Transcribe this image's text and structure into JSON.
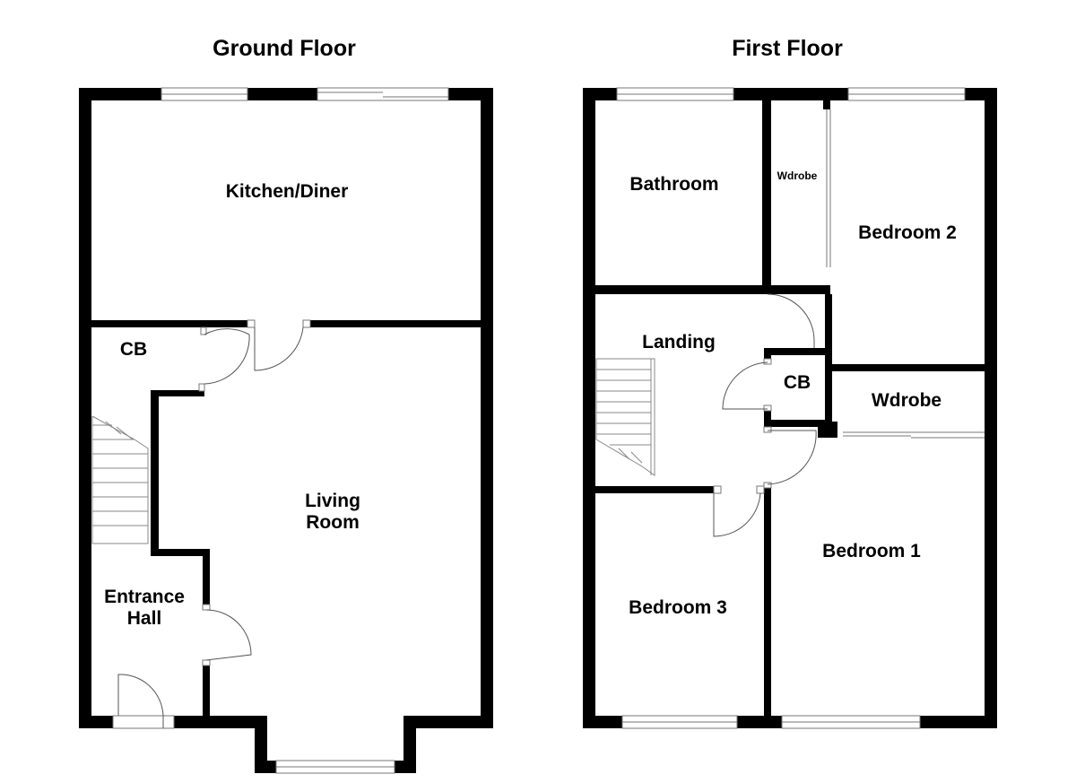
{
  "floors": [
    {
      "title": "Ground Floor",
      "rooms": {
        "kitchen": "Kitchen/Diner",
        "cb": "CB",
        "living_line1": "Living",
        "living_line2": "Room",
        "hall_line1": "Entrance",
        "hall_line2": "Hall"
      }
    },
    {
      "title": "First Floor",
      "rooms": {
        "bathroom": "Bathroom",
        "wdrobe_small": "Wdrobe",
        "bedroom2": "Bedroom 2",
        "landing": "Landing",
        "cb": "CB",
        "wdrobe": "Wdrobe",
        "bedroom1": "Bedroom 1",
        "bedroom3": "Bedroom 3"
      }
    }
  ],
  "colors": {
    "wall": "#000000",
    "background": "#ffffff",
    "fixture": "#777777"
  }
}
